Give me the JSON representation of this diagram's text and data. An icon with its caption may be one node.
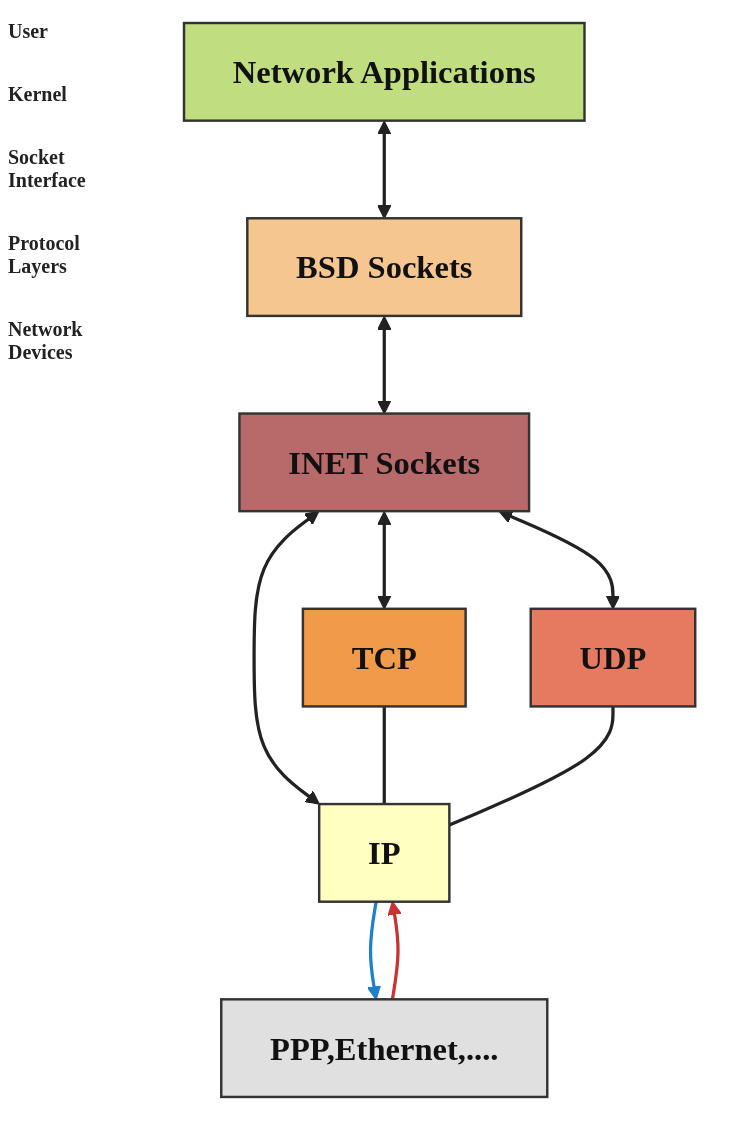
{
  "diagram": {
    "nodes": [
      {
        "text": [
          "Network Applications"
        ]
      },
      {
        "text": [
          "BSD Sockets"
        ]
      },
      {
        "text": [
          "INET Sockets"
        ]
      },
      {
        "text": [
          "TCP"
        ]
      },
      {
        "text": [
          "UDP"
        ]
      },
      {
        "text": [
          "IP"
        ]
      },
      {
        "text": [
          "PPP,Ethernet,...."
        ]
      }
    ],
    "edges": [
      {
        "from": 0,
        "to": 1,
        "arrow": "both"
      },
      {
        "from": 1,
        "to": 2,
        "arrow": "both"
      },
      {
        "from": 2,
        "to": 3,
        "arrow": "both"
      },
      {
        "from": 2,
        "to": 5,
        "arrow": "both"
      },
      {
        "from": 2,
        "to": 4,
        "arrow": "both"
      },
      {
        "from": 3,
        "to": 5,
        "arrow": "none"
      },
      {
        "from": 4,
        "to": 5,
        "arrow": "none"
      },
      {
        "from": 5,
        "to": 6,
        "arrow": "to",
        "color": "#1f7fc8"
      },
      {
        "from": 6,
        "to": 5,
        "arrow": "to",
        "color": "#c83232"
      }
    ],
    "labels": [
      "User",
      "Kernel",
      "Socket Interface",
      "Protocol Layers",
      "Network Devices"
    ]
  }
}
